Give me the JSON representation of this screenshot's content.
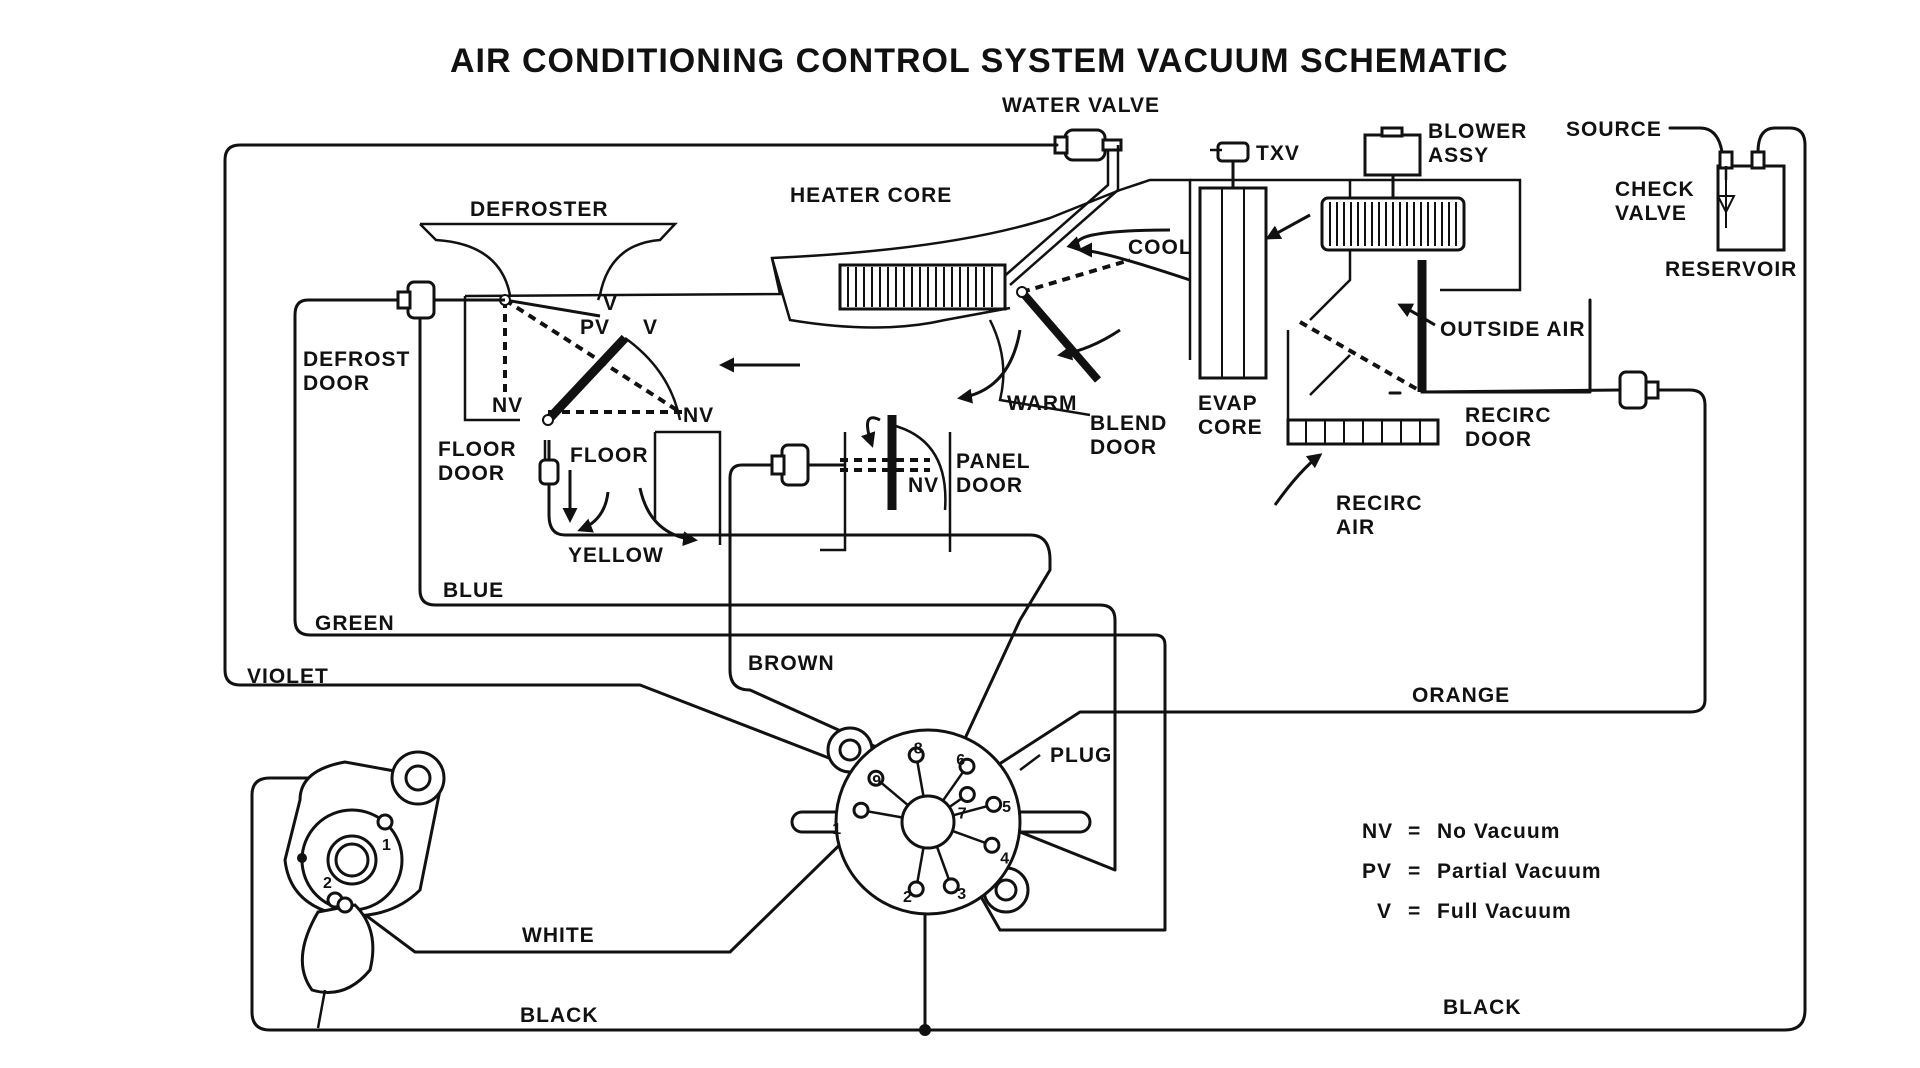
{
  "title": "AIR CONDITIONING CONTROL SYSTEM VACUUM SCHEMATIC",
  "components": {
    "water_valve": "WATER VALVE",
    "txv": "TXV",
    "blower_1": "BLOWER",
    "blower_2": "ASSY",
    "source": "SOURCE",
    "check_1": "CHECK",
    "check_2": "VALVE",
    "reservoir": "RESERVOIR",
    "defroster": "DEFROSTER",
    "heater_core": "HEATER CORE",
    "cool": "COOL",
    "warm": "WARM",
    "defrost_door_1": "DEFROST",
    "defrost_door_2": "DOOR",
    "floor_door_1": "FLOOR",
    "floor_door_2": "DOOR",
    "floor": "FLOOR",
    "panel_door_1": "PANEL",
    "panel_door_2": "DOOR",
    "blend_door_1": "BLEND",
    "blend_door_2": "DOOR",
    "evap_core_1": "EVAP",
    "evap_core_2": "CORE",
    "outside_air": "OUTSIDE AIR",
    "recirc_door_1": "RECIRC",
    "recirc_door_2": "DOOR",
    "recirc_air_1": "RECIRC",
    "recirc_air_2": "AIR",
    "plug": "PLUG"
  },
  "states": {
    "v": "V",
    "pv": "PV",
    "nv": "NV"
  },
  "hoses": {
    "yellow": "YELLOW",
    "blue": "BLUE",
    "green": "GREEN",
    "violet": "VIOLET",
    "brown": "BROWN",
    "orange": "ORANGE",
    "white": "WHITE",
    "black": "BLACK"
  },
  "connector_pins": [
    "1",
    "2",
    "3",
    "4",
    "5",
    "6",
    "7",
    "8",
    "9"
  ],
  "selector_pins": [
    "1",
    "2"
  ],
  "legend": [
    {
      "key": "NV",
      "eq": "=",
      "desc": "No Vacuum"
    },
    {
      "key": "PV",
      "eq": "=",
      "desc": "Partial Vacuum"
    },
    {
      "key": "V",
      "eq": "=",
      "desc": "Full Vacuum"
    }
  ]
}
